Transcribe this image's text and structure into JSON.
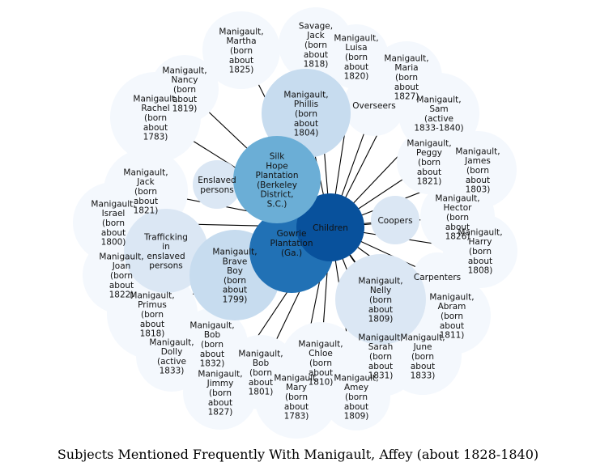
{
  "caption": "Subjects Mentioned Frequently With Manigault, Affey (about 1828-1840)",
  "colors": {
    "outer": "#f4f8fd",
    "light": "#dbe7f4",
    "medium": "#c7dcef",
    "mid": "#6baed6",
    "dark": "#2171b5",
    "darkest": "#08519c",
    "edge": "#000000"
  },
  "center_nodes": [
    {
      "id": "children",
      "label": [
        "Children"
      ]
    },
    {
      "id": "gowrie",
      "label": [
        "Gowrie",
        "Plantation",
        "(Ga.)"
      ]
    },
    {
      "id": "silk-hope",
      "label": [
        "Silk",
        "Hope",
        "Plantation",
        "(Berkeley",
        "District,",
        "S.C.)"
      ]
    }
  ],
  "nodes": [
    {
      "id": "martha",
      "label": [
        "Manigault,",
        "Martha",
        "(born",
        "about",
        "1825)"
      ]
    },
    {
      "id": "savage-jack",
      "label": [
        "Savage,",
        "Jack",
        "(born",
        "about",
        "1818)"
      ]
    },
    {
      "id": "luisa",
      "label": [
        "Manigault,",
        "Luisa",
        "(born",
        "about",
        "1820)"
      ]
    },
    {
      "id": "maria",
      "label": [
        "Manigault,",
        "Maria",
        "(born",
        "about",
        "1827)"
      ]
    },
    {
      "id": "nancy",
      "label": [
        "Manigault,",
        "Nancy",
        "(born",
        "about",
        "1819)"
      ]
    },
    {
      "id": "phillis",
      "label": [
        "Manigault,",
        "Phillis",
        "(born",
        "about",
        "1804)"
      ]
    },
    {
      "id": "overseers",
      "label": [
        "Overseers"
      ]
    },
    {
      "id": "sam",
      "label": [
        "Manigault,",
        "Sam",
        "(active",
        "1833-1840)"
      ]
    },
    {
      "id": "rachel",
      "label": [
        "Manigault,",
        "Rachel",
        "(born",
        "about",
        "1783)"
      ]
    },
    {
      "id": "born-1821-right",
      "label": [
        "Manigault,",
        "Peggy",
        "(born",
        "about",
        "1821)"
      ]
    },
    {
      "id": "james",
      "label": [
        "Manigault,",
        "James",
        "(born",
        "about",
        "1803)"
      ]
    },
    {
      "id": "jack",
      "label": [
        "Manigault,",
        "Jack",
        "(born",
        "about",
        "1821)"
      ]
    },
    {
      "id": "enslaved",
      "label": [
        "Enslaved",
        "persons"
      ]
    },
    {
      "id": "born-1826",
      "label": [
        "Manigault,",
        "Hector",
        "(born",
        "about",
        "1826)"
      ]
    },
    {
      "id": "israel",
      "label": [
        "Manigault,",
        "Israel",
        "(born",
        "about",
        "1800)"
      ]
    },
    {
      "id": "coopers",
      "label": [
        "Coopers"
      ]
    },
    {
      "id": "trafficking",
      "label": [
        "Trafficking",
        "in",
        "enslaved",
        "persons"
      ]
    },
    {
      "id": "brave-boy",
      "label": [
        "Manigault,",
        "Brave",
        "Boy",
        "(born",
        "about",
        "1799)"
      ]
    },
    {
      "id": "born-1808",
      "label": [
        "Manigault,",
        "Harry",
        "(born",
        "about",
        "1808)"
      ]
    },
    {
      "id": "joan",
      "label": [
        "Manigault,",
        "Joan",
        "(born",
        "about",
        "1822)"
      ]
    },
    {
      "id": "carpenters",
      "label": [
        "Carpenters"
      ]
    },
    {
      "id": "primus",
      "label": [
        "Manigault,",
        "Primus",
        "(born",
        "about",
        "1818)"
      ]
    },
    {
      "id": "nelly",
      "label": [
        "Manigault,",
        "Nelly",
        "(born",
        "about",
        "1809)"
      ]
    },
    {
      "id": "abram",
      "label": [
        "Manigault,",
        "Abram",
        "(born",
        "about",
        "1811)"
      ]
    },
    {
      "id": "bob-upper",
      "label": [
        "Manigault,",
        "Bob",
        "(born",
        "about",
        "1832)"
      ]
    },
    {
      "id": "active-1833",
      "label": [
        "Manigault,",
        "Dolly",
        "(active",
        "1833)"
      ]
    },
    {
      "id": "june",
      "label": [
        "Manigault,",
        "June",
        "(born",
        "about",
        "1833)"
      ]
    },
    {
      "id": "chloe",
      "label": [
        "Manigault,",
        "Chloe",
        "(born",
        "about",
        "1810)"
      ]
    },
    {
      "id": "sarah",
      "label": [
        "Manigault,",
        "Sarah",
        "(born",
        "about",
        "1831)"
      ]
    },
    {
      "id": "bob-lower",
      "label": [
        "Manigault,",
        "Bob",
        "(born",
        "about",
        "1801)"
      ]
    },
    {
      "id": "born-1827",
      "label": [
        "Manigault,",
        "Jimmy",
        "(born",
        "about",
        "1827)"
      ]
    },
    {
      "id": "mary",
      "label": [
        "Manigault,",
        "Mary",
        "(born",
        "about",
        "1783)"
      ]
    },
    {
      "id": "born-1809-bottom",
      "label": [
        "Manigault,",
        "Amey",
        "(born",
        "about",
        "1809)"
      ]
    }
  ]
}
